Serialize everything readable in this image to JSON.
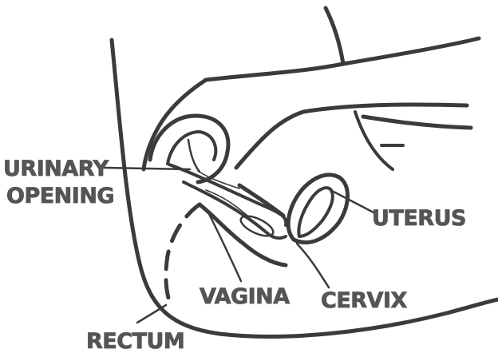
{
  "labels": {
    "urinary_line1": "URINARY",
    "urinary_line2": "OPENING",
    "uterus": "UTERUS",
    "vagina": "VAGINA",
    "cervix": "CERVIX",
    "rectum": "RECTUM"
  }
}
